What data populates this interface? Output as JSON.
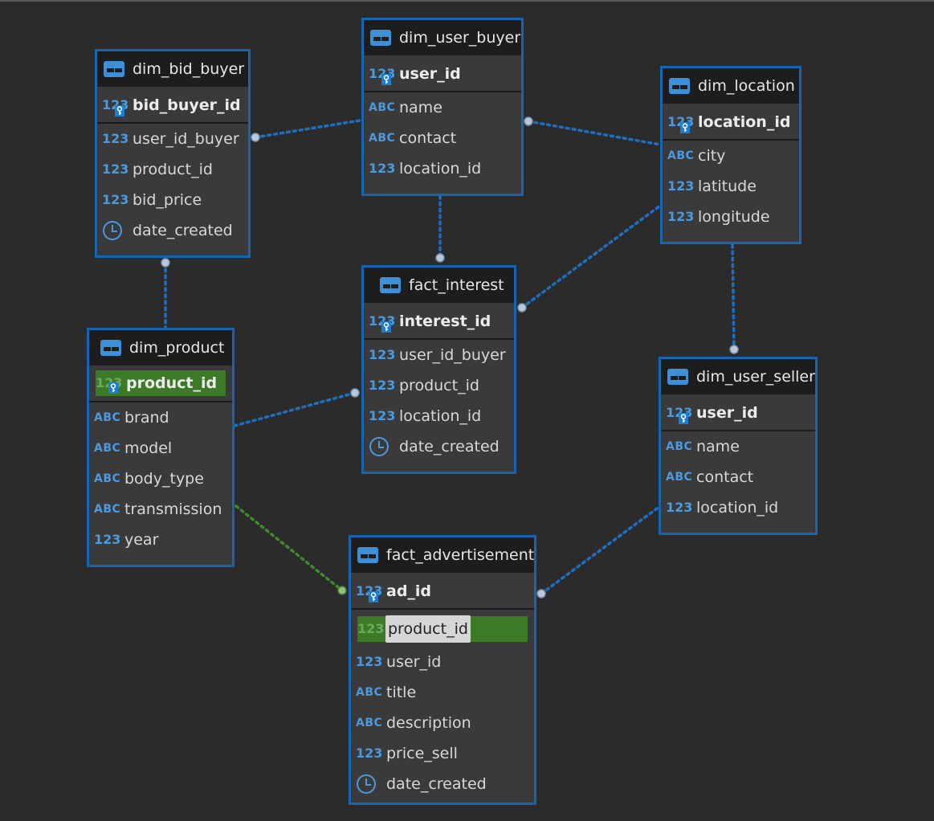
{
  "diagram": {
    "tables": {
      "bid_buyer": {
        "name": "dim_bid_buyer",
        "pk": {
          "type": "123",
          "name": "bid_buyer_id"
        },
        "columns": [
          {
            "type": "123",
            "name": "user_id_buyer"
          },
          {
            "type": "123",
            "name": "product_id"
          },
          {
            "type": "123",
            "name": "bid_price"
          },
          {
            "type": "datetime",
            "name": "date_created"
          }
        ]
      },
      "user_buyer": {
        "name": "dim_user_buyer",
        "pk": {
          "type": "123",
          "name": "user_id"
        },
        "columns": [
          {
            "type": "ABC",
            "name": "name"
          },
          {
            "type": "ABC",
            "name": "contact"
          },
          {
            "type": "123",
            "name": "location_id"
          }
        ]
      },
      "location": {
        "name": "dim_location",
        "pk": {
          "type": "123",
          "name": "location_id"
        },
        "columns": [
          {
            "type": "ABC",
            "name": "city"
          },
          {
            "type": "123",
            "name": "latitude"
          },
          {
            "type": "123",
            "name": "longitude"
          }
        ]
      },
      "interest": {
        "name": "fact_interest",
        "pk": {
          "type": "123",
          "name": "interest_id"
        },
        "columns": [
          {
            "type": "123",
            "name": "user_id_buyer"
          },
          {
            "type": "123",
            "name": "product_id"
          },
          {
            "type": "123",
            "name": "location_id"
          },
          {
            "type": "datetime",
            "name": "date_created"
          }
        ]
      },
      "product": {
        "name": "dim_product",
        "pk": {
          "type": "123",
          "name": "product_id",
          "highlighted": true
        },
        "columns": [
          {
            "type": "ABC",
            "name": "brand"
          },
          {
            "type": "ABC",
            "name": "model"
          },
          {
            "type": "ABC",
            "name": "body_type"
          },
          {
            "type": "ABC",
            "name": "transmission"
          },
          {
            "type": "123",
            "name": "year"
          }
        ]
      },
      "user_seller": {
        "name": "dim_user_seller",
        "pk": {
          "type": "123",
          "name": "user_id"
        },
        "columns": [
          {
            "type": "ABC",
            "name": "name"
          },
          {
            "type": "ABC",
            "name": "contact"
          },
          {
            "type": "123",
            "name": "location_id"
          }
        ]
      },
      "advertisement": {
        "name": "fact_advertisement",
        "pk": {
          "type": "123",
          "name": "ad_id"
        },
        "columns": [
          {
            "type": "123",
            "name": "product_id",
            "highlighted": true,
            "selected": true
          },
          {
            "type": "123",
            "name": "user_id"
          },
          {
            "type": "ABC",
            "name": "title"
          },
          {
            "type": "ABC",
            "name": "description"
          },
          {
            "type": "123",
            "name": "price_sell"
          },
          {
            "type": "datetime",
            "name": "date_created"
          }
        ]
      }
    },
    "relationships": [
      {
        "from": "dim_bid_buyer",
        "to": "dim_user_buyer",
        "color": "blue"
      },
      {
        "from": "dim_user_buyer",
        "to": "dim_location",
        "color": "blue"
      },
      {
        "from": "dim_user_buyer",
        "to": "fact_interest",
        "color": "blue"
      },
      {
        "from": "dim_location",
        "to": "fact_interest",
        "color": "blue"
      },
      {
        "from": "dim_location",
        "to": "dim_user_seller",
        "color": "blue"
      },
      {
        "from": "dim_bid_buyer",
        "to": "dim_product",
        "color": "blue"
      },
      {
        "from": "dim_product",
        "to": "fact_interest",
        "color": "blue"
      },
      {
        "from": "dim_product",
        "to": "fact_advertisement",
        "color": "green"
      },
      {
        "from": "dim_user_seller",
        "to": "fact_advertisement",
        "color": "blue"
      }
    ],
    "colors": {
      "background": "#2b2b2b",
      "table_border": "#1565b0",
      "link_blue": "#1f6fc0",
      "link_green": "#3e8a2a",
      "highlight": "#3c7a28",
      "type_icon": "#4b9ae0"
    }
  }
}
